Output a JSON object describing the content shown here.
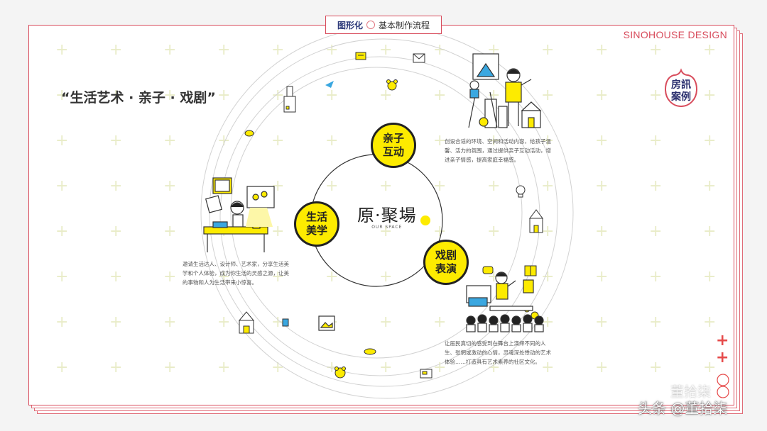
{
  "header": {
    "tab_bold": "图形化",
    "tab_text": "基本制作流程"
  },
  "brand": {
    "name": "SINOHOUSE DESIGN",
    "accent": "#d84c5c"
  },
  "seal": {
    "text_line1": "房訊",
    "text_line2": "案例"
  },
  "headline": "“生活艺术 · 亲子 · 戏剧”",
  "center": {
    "logo": "原·聚場",
    "logo_sub": "OUR SPACE"
  },
  "nodes": [
    {
      "id": "parent-child",
      "line1": "亲子",
      "line2": "互动"
    },
    {
      "id": "life-aesthetics",
      "line1": "生活",
      "line2": "美学"
    },
    {
      "id": "drama",
      "line1": "戏剧",
      "line2": "表演"
    }
  ],
  "descriptions": {
    "parent_child": [
      "创设合适的环境、空间和活动内容，给孩子温",
      "馨、活力的氛围，通过提供亲子互动活动，增",
      "进亲子情感，提高家庭幸福感。"
    ],
    "life_aesthetics": [
      "邀请生活达人、设计师、艺术家，分享生活美",
      "学和个人体验，成为你生活的灵感之源，让美",
      "的事物和人为生活带来小惊喜。"
    ],
    "drama": [
      "让居民真切的感受到在舞台上演绎不同的人",
      "生、张惘或激动的心情，灵魂深处悸动的艺术",
      "体验……打造具有艺术素养的社区文化。"
    ]
  },
  "watermark": {
    "handle": "头条 @董拾柒",
    "faded": "董拾柒"
  },
  "colors": {
    "yellow": "#fdeb00",
    "red": "#d84c5c",
    "navy": "#2a2f6e",
    "ring": "#cfcfcf"
  }
}
